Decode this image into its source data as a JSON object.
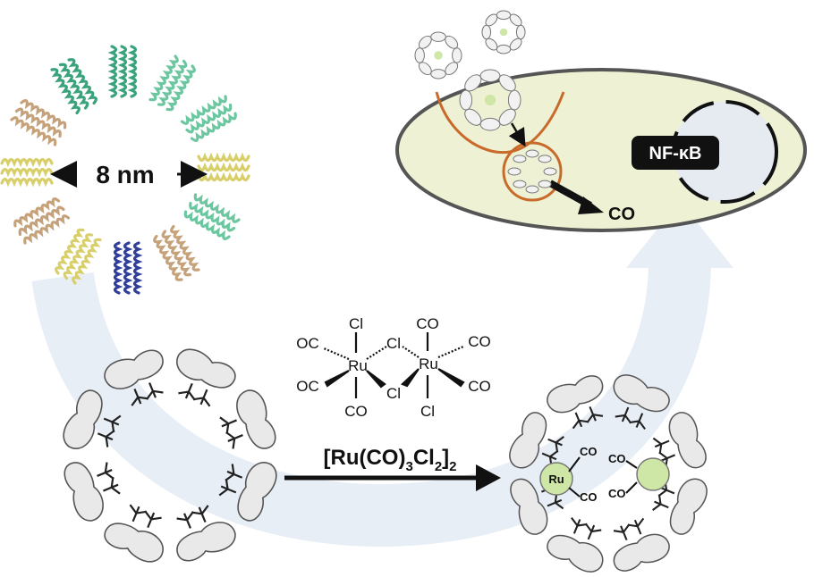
{
  "protein_cage": {
    "diameter_label": "8 nm"
  },
  "cell": {
    "nucleus_label": "NF-κB",
    "released_label": "CO"
  },
  "reaction": {
    "reagent_label_main": "[Ru(CO)",
    "reagent_sub_1": "3",
    "reagent_mid": "Cl",
    "reagent_sub_2": "2",
    "reagent_close": "]",
    "reagent_sub_3": "2",
    "complex": {
      "cl_top_left": "Cl",
      "cl_top_right_co": "CO",
      "oc_upper_left": "OC",
      "cl_bridge_upper": "Cl",
      "ru_left": "Ru",
      "ru_right": "Ru",
      "co_upper_right": "CO",
      "oc_lower_left": "OC",
      "cl_bridge_lower": "Cl",
      "co_lower_right": "CO",
      "co_bottom_left": "CO",
      "cl_bottom_right": "Cl"
    }
  },
  "product": {
    "ru_label": "Ru",
    "co_labels": [
      "CO",
      "CO",
      "CO",
      "CO"
    ]
  },
  "colors": {
    "flow_arrow": "#e8eef6",
    "cell_fill": "#eef1d4",
    "nucleus_fill": "#e6ebf2",
    "ru_sphere": "#cfe7a6",
    "subunit_fill": "#e9e9e9",
    "helix_green": "#3aa37c",
    "helix_teal": "#6cc7a0",
    "helix_yellow": "#d9cf6a",
    "helix_blue": "#2f3f9a",
    "helix_tan": "#c6a27a",
    "membrane": "#c86a2a"
  }
}
